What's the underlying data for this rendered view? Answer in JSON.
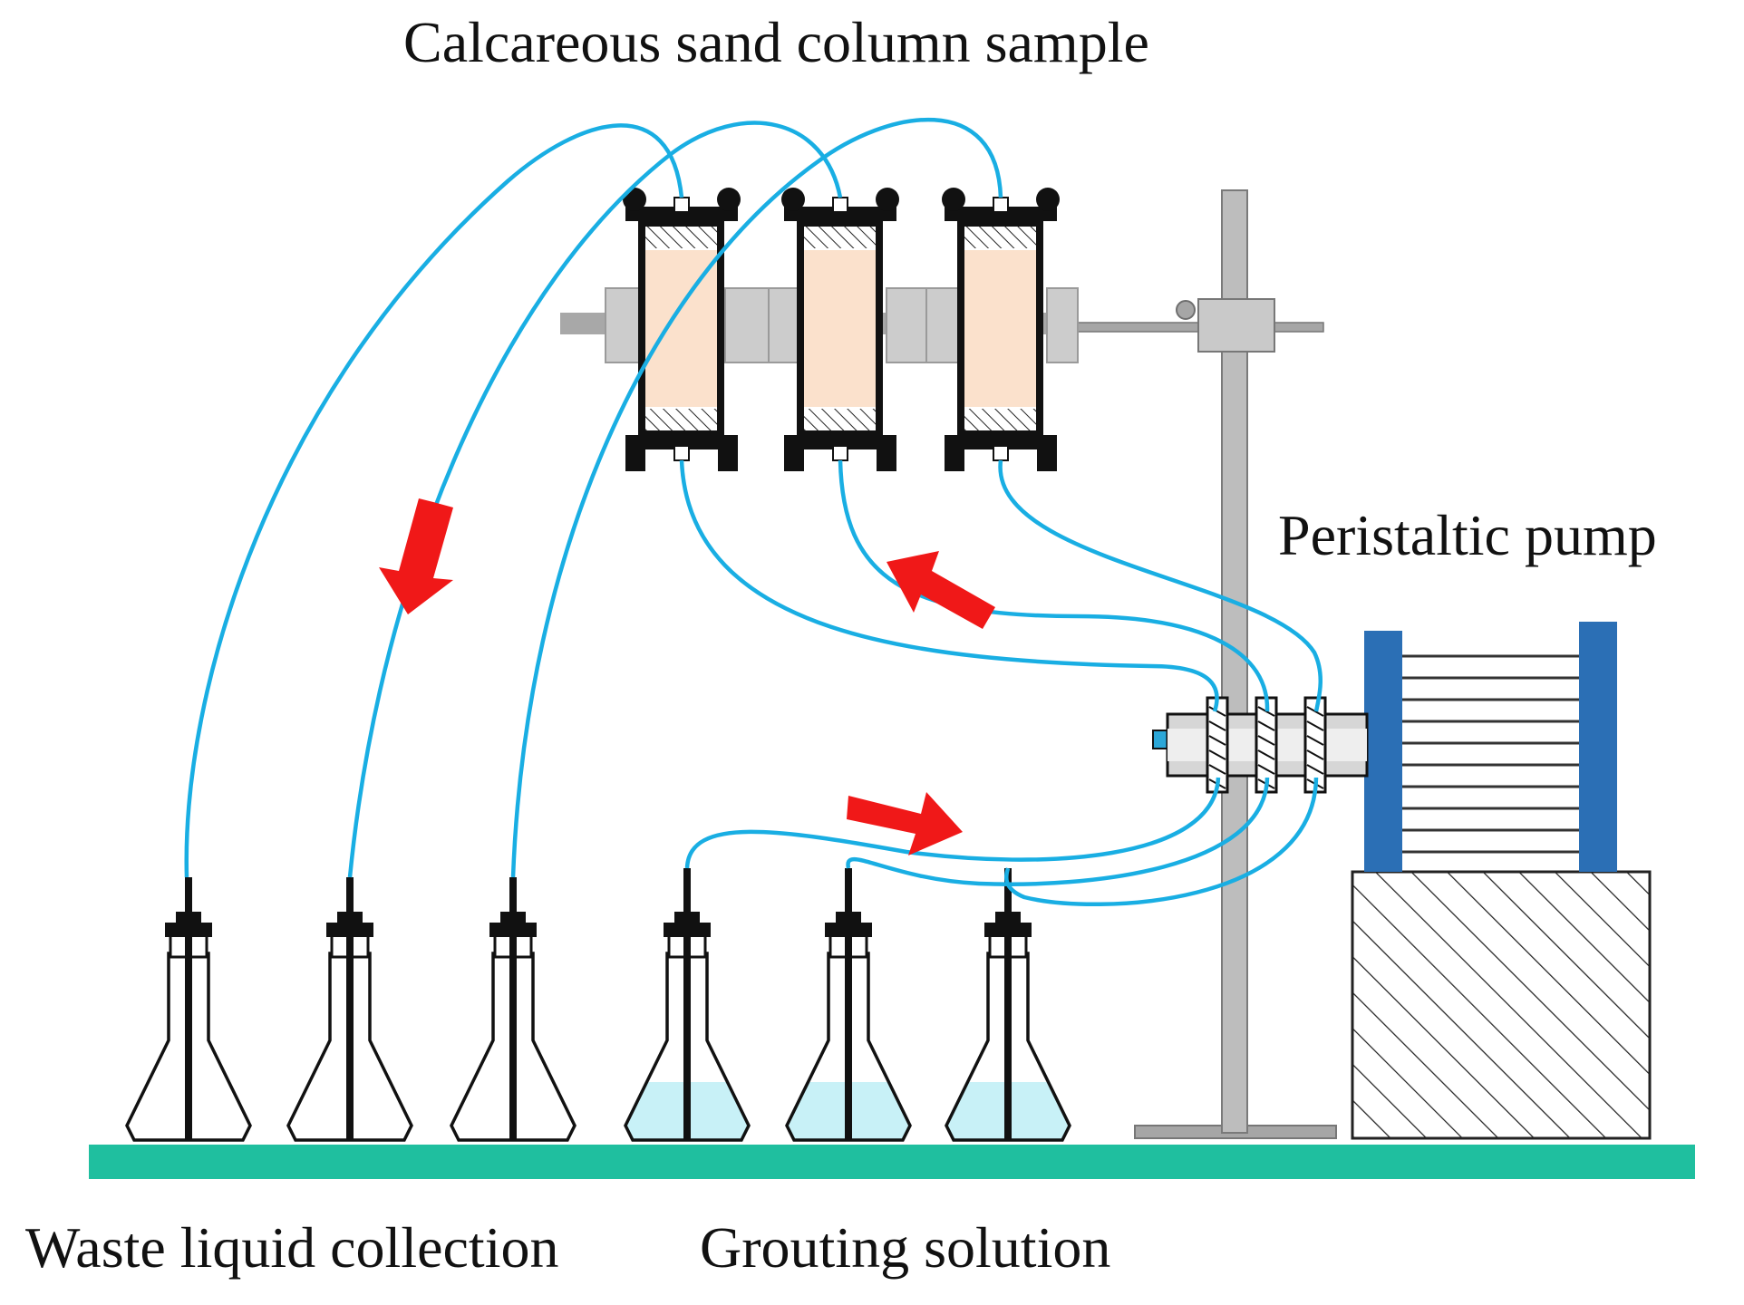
{
  "labels": {
    "column_sample": "Calcareous sand column sample",
    "pump": "Peristaltic pump",
    "waste": "Waste liquid collection",
    "grouting": "Grouting solution"
  },
  "colors": {
    "tube": "#19aee3",
    "arrow": "#f01818",
    "sand": "#fbe1cc",
    "solution": "#c8f1f7",
    "base": "#1fbf9f",
    "pump_frame": "#2b6fb5",
    "stand": "#a6a6a6"
  },
  "components": {
    "sand_columns": 3,
    "waste_flasks": 3,
    "solution_flasks": 3,
    "flow_arrows": 3
  },
  "icons": [
    "erlenmeyer-flask-icon",
    "retort-stand-icon",
    "peristaltic-pump-icon",
    "flow-arrow-icon"
  ]
}
